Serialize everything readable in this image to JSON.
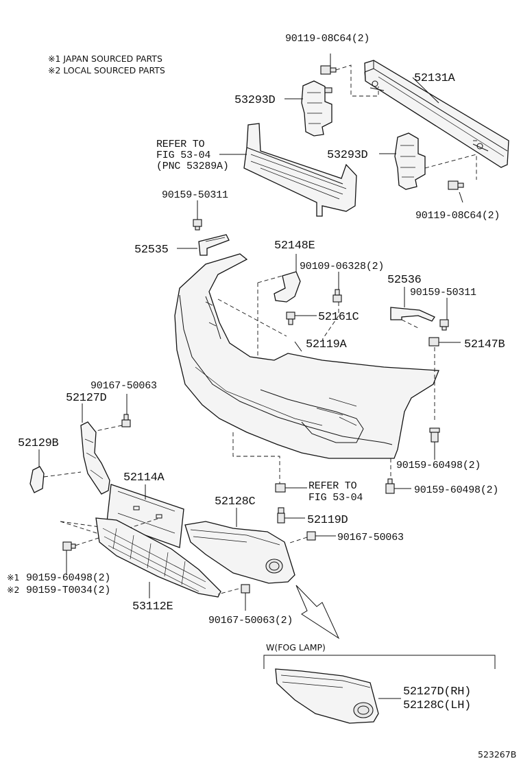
{
  "notes": {
    "japan": "※1 JAPAN SOURCED PARTS",
    "local": "※2 LOCAL SOURCED PARTS"
  },
  "parts": {
    "p_90119_08C64_top": "90119-08C64(2)",
    "p_52131A": "52131A",
    "p_53293D_left": "53293D",
    "p_53293D_right": "53293D",
    "p_90119_08C64_bottom": "90119-08C64(2)",
    "p_90159_50311_left": "90159-50311",
    "p_52535": "52535",
    "p_52148E": "52148E",
    "p_90109_06328": "90109-06328(2)",
    "p_52536": "52536",
    "p_90159_50311_right": "90159-50311",
    "p_52161C": "52161C",
    "p_52147B": "52147B",
    "p_52119A": "52119A",
    "p_90167_50063_left": "90167-50063",
    "p_52127D": "52127D",
    "p_52129B": "52129B",
    "p_90159_60498_right1": "90159-60498(2)",
    "p_90159_60498_right2": "90159-60498(2)",
    "p_52114A": "52114A",
    "p_52128C": "52128C",
    "p_52119D": "52119D",
    "p_90167_50063_mid": "90167-50063",
    "p_90159_60498_bl": "90159-60498(2)",
    "p_90159_T0034": "90159-T0034(2)",
    "p_53112E": "53112E",
    "p_90167_50063_bottom": "90167-50063(2)",
    "p_52127D_RH": "52127D(RH)",
    "p_52128C_LH": "52128C(LH)",
    "mark1": "※1",
    "mark2": "※2"
  },
  "refer": {
    "top_line1": "REFER TO",
    "top_line2": "FIG 53-04",
    "top_line3": "(PNC 53289A)",
    "mid_line1": "REFER TO",
    "mid_line2": "FIG 53-04"
  },
  "inset": {
    "title": "W(FOG LAMP)"
  },
  "footer": {
    "code": "523267B"
  }
}
